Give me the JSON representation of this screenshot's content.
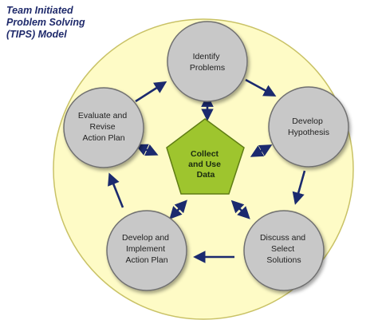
{
  "title": [
    "Team Initiated",
    "Problem Solving",
    "(TIPS) Model"
  ],
  "center": {
    "lines": [
      "Collect",
      "and Use",
      "Data"
    ]
  },
  "nodes": [
    {
      "id": "identify-problems",
      "lines": [
        "Identify",
        "Problems"
      ]
    },
    {
      "id": "develop-hypothesis",
      "lines": [
        "Develop",
        "Hypothesis"
      ]
    },
    {
      "id": "discuss-and-select-solutions",
      "lines": [
        "Discuss and",
        "Select",
        "Solutions"
      ]
    },
    {
      "id": "develop-and-implement-action-plan",
      "lines": [
        "Develop and",
        "Implement",
        "Action Plan"
      ]
    },
    {
      "id": "evaluate-and-revise-action-plan",
      "lines": [
        "Evaluate and",
        "Revise",
        "Action Plan"
      ]
    }
  ],
  "colors": {
    "title": "#1f2a6b",
    "background_circle": "#fefbc6",
    "background_circle_stroke": "#c9c266",
    "node_fill": "#c8c8c8",
    "node_stroke": "#6f6f6f",
    "center_fill": "#9ec52e",
    "center_stroke": "#5f7d14",
    "arrow": "#1b2a6e"
  }
}
